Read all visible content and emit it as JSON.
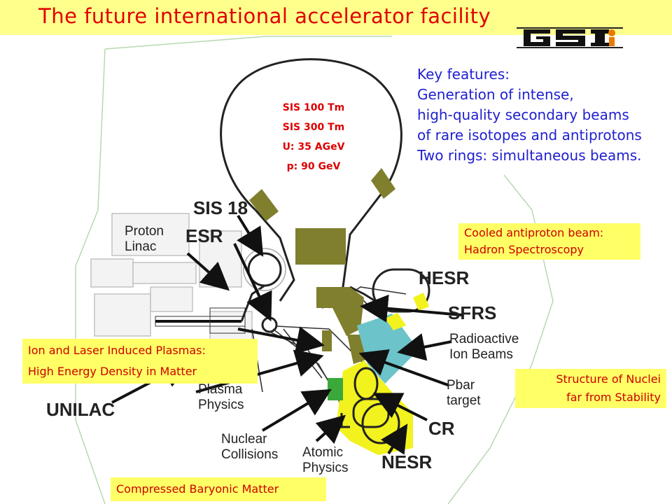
{
  "title": "The future international accelerator facility",
  "logo_text": "GSI",
  "key_features": [
    "Key features:",
    "Generation of intense,",
    "high-quality secondary beams",
    "of rare isotopes and antiprotons",
    "Two  rings: simultaneous beams."
  ],
  "ring_specs": [
    "SIS 100 Tm",
    "SIS 300 Tm",
    "U: 35 AGeV",
    "p: 90  GeV"
  ],
  "labels": {
    "sis18": "SIS 18",
    "proton_linac": [
      "Proton",
      "Linac"
    ],
    "esr": "ESR",
    "hesr": "HESR",
    "sfrs": "SFRS",
    "radioactive": [
      "Radioactive",
      "Ion Beams"
    ],
    "pbar": [
      "Pbar",
      "target"
    ],
    "cr": "CR",
    "nesr": "NESR",
    "unilac": "UNILAC",
    "plasma": [
      "Plasma",
      "Physics"
    ],
    "nuclear": [
      "Nuclear",
      "Collisions"
    ],
    "atomic": [
      "Atomic",
      "Physics"
    ]
  },
  "boxes": {
    "cooled": [
      "Cooled antiproton beam:",
      "Hadron Spectroscopy"
    ],
    "plasmas": [
      "Ion and Laser Induced Plasmas:",
      "High Energy Density in Matter"
    ],
    "structure": [
      "Structure of Nuclei",
      " far from Stability"
    ],
    "baryonic": "Compressed Baryonic Matter"
  },
  "colors": {
    "title": "#e00000",
    "title_bg": "#ffff8c",
    "key_text": "#1f1fd0",
    "box_bg": "#ffff66",
    "box_text": "#cc0000",
    "olive": "#7f7f2e",
    "cyan": "#6cc3c9",
    "green": "#3aa83a",
    "yellow_area": "#f2f21e"
  }
}
